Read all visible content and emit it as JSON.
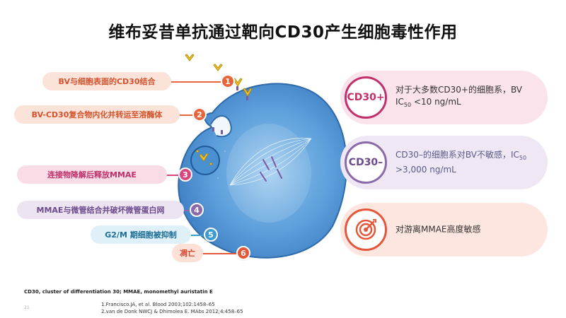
{
  "title": "维布妥昔单抗通过靶向CD30产生细胞毒性作用",
  "steps": [
    {
      "num": "1",
      "label": "BV与细胞表面的CD30结合"
    },
    {
      "num": "2",
      "label": "BV-CD30复合物内化并转运至溶酶体"
    },
    {
      "num": "3",
      "label": "连接物降解后释放MMAE"
    },
    {
      "num": "4",
      "label": "MMAE与微管结合并破坏微管蛋白网"
    },
    {
      "num": "5",
      "label": "G2/M 期细胞被抑制"
    },
    {
      "num": "6",
      "label": "凋亡"
    }
  ],
  "cards": [
    {
      "badge": "CD30+",
      "text_main": "对于大多数CD30+的细胞系，BV IC",
      "text_sub": "50",
      "text_tail": " <10 ng/mL"
    },
    {
      "badge": "CD30–",
      "text_main": "CD30–的细胞系对BV不敏感，IC",
      "text_sub": "50",
      "text_tail": " >3,000 ng/mL"
    },
    {
      "badge": "target-icon",
      "text_main": "对游离MMAE高度敏感"
    }
  ],
  "colors": {
    "orange": "#e8643a",
    "pink": "#d9457f",
    "purple": "#8a6aa8",
    "blue": "#3a9ccf",
    "red": "#e4573a",
    "cell": "#4a8fd0",
    "card1": "#c2306b",
    "card2": "#8a6aa8",
    "card3": "#e4573a"
  },
  "footnote": "CD30, cluster of differentiation 30; MMAE, monomethyl  auristatin E",
  "references": [
    "1.Francisco.JA, et al. Blood 2003;102:1458–65",
    "2.van de Donk NWCJ & Dhimolea E. MAbs 2012;4:458–65"
  ],
  "page_number": "21"
}
